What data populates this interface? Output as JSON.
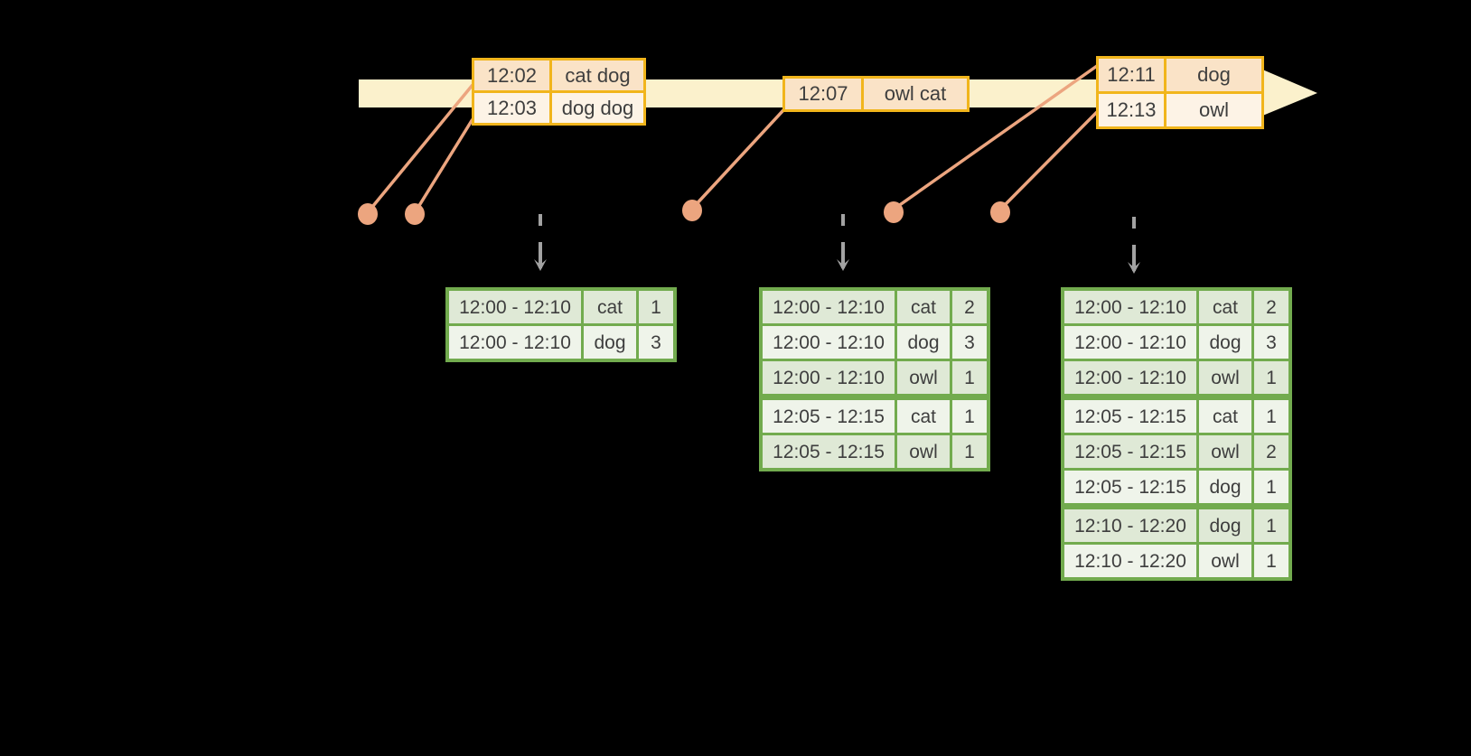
{
  "colors": {
    "background": "#000000",
    "timeline": "#FBF1CC",
    "gold_border": "#F1B51C",
    "peach_dark": "#FAE3C7",
    "peach_light": "#FDF3E6",
    "salmon": "#ECA57F",
    "green_border": "#72AB4E",
    "green_row_dark": "#DFE9D6",
    "green_row_light": "#EFF4EA",
    "gray_arrow": "#A2A2A2",
    "text": "#3E3E3E"
  },
  "icons": {
    "timeline": "right-arrow-band",
    "event_markers": "salmon-dot",
    "triggers": "dashed-down-arrow"
  },
  "event_tables": [
    {
      "rows": [
        {
          "time": "12:02",
          "words": "cat dog"
        },
        {
          "time": "12:03",
          "words": "dog dog"
        }
      ]
    },
    {
      "rows": [
        {
          "time": "12:07",
          "words": "owl cat"
        }
      ]
    },
    {
      "rows": [
        {
          "time": "12:11",
          "words": "dog"
        },
        {
          "time": "12:13",
          "words": "owl"
        }
      ]
    }
  ],
  "result_tables": [
    {
      "rows": [
        {
          "window": "12:00 - 12:10",
          "key": "cat",
          "count": 1
        },
        {
          "window": "12:00 - 12:10",
          "key": "dog",
          "count": 3
        }
      ]
    },
    {
      "rows": [
        {
          "window": "12:00 - 12:10",
          "key": "cat",
          "count": 2
        },
        {
          "window": "12:00 - 12:10",
          "key": "dog",
          "count": 3
        },
        {
          "window": "12:00 - 12:10",
          "key": "owl",
          "count": 1
        },
        {
          "window": "12:05 - 12:15",
          "key": "cat",
          "count": 1
        },
        {
          "window": "12:05 - 12:15",
          "key": "owl",
          "count": 1
        }
      ]
    },
    {
      "rows": [
        {
          "window": "12:00 - 12:10",
          "key": "cat",
          "count": 2
        },
        {
          "window": "12:00 - 12:10",
          "key": "dog",
          "count": 3
        },
        {
          "window": "12:00 - 12:10",
          "key": "owl",
          "count": 1
        },
        {
          "window": "12:05 - 12:15",
          "key": "cat",
          "count": 1
        },
        {
          "window": "12:05 - 12:15",
          "key": "owl",
          "count": 2
        },
        {
          "window": "12:05 - 12:15",
          "key": "dog",
          "count": 1
        },
        {
          "window": "12:10 - 12:20",
          "key": "dog",
          "count": 1
        },
        {
          "window": "12:10 - 12:20",
          "key": "owl",
          "count": 1
        }
      ]
    }
  ]
}
